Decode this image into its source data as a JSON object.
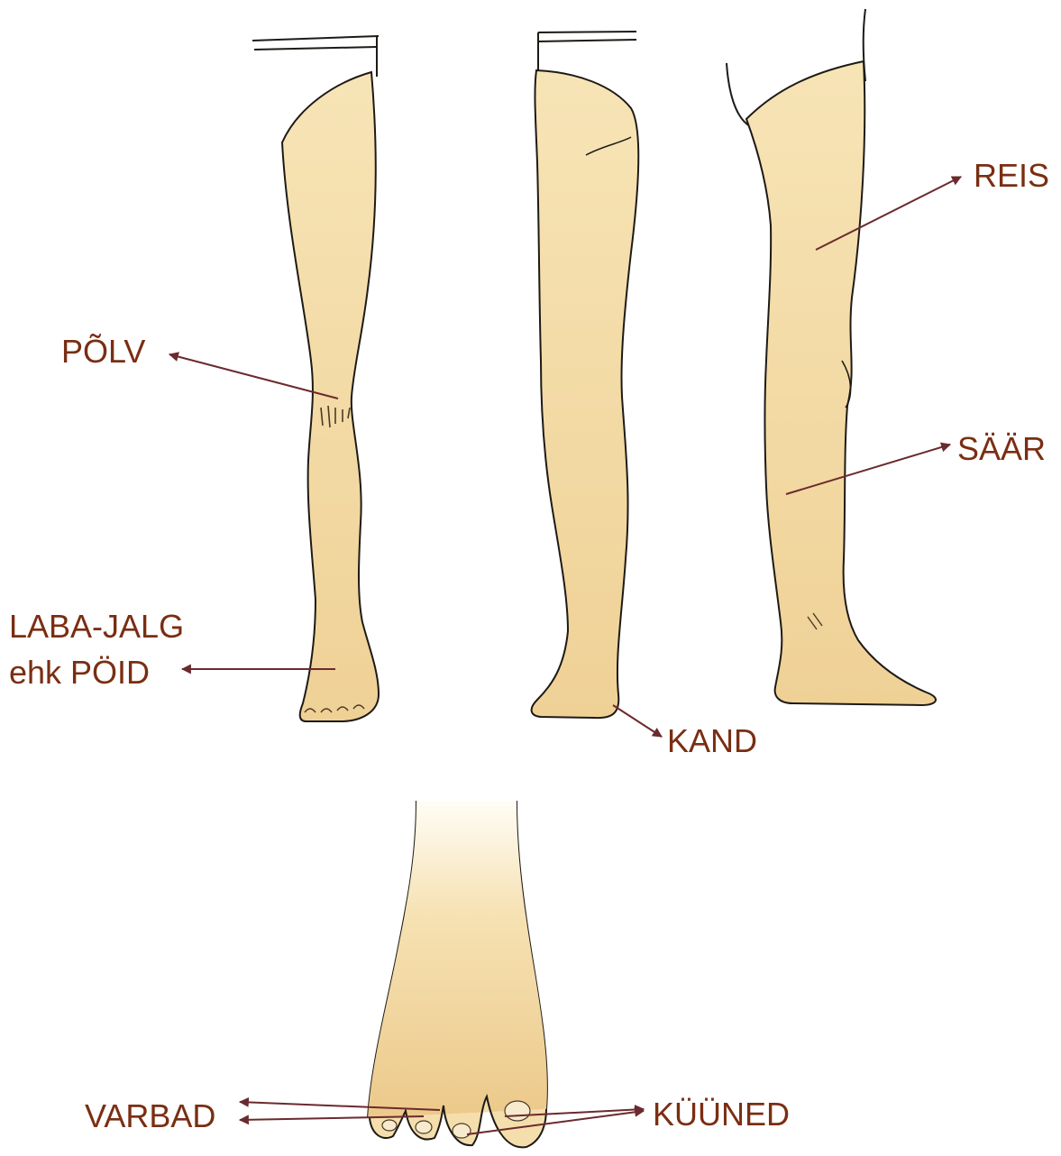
{
  "labels": {
    "knee": "PÕLV",
    "foot_line1": "LABA-JALG",
    "foot_line2": "ehk PÖID",
    "heel": "KAND",
    "thigh": "REIS",
    "shin": "SÄÄR",
    "toes": "VARBAD",
    "nails": "KÜÜNED"
  },
  "colors": {
    "label_text": "#7a2e12",
    "arrow": "#6b2a2e",
    "skin": "#f4deac",
    "skin_shade": "#e2bf7e",
    "outline": "#1e1a16"
  }
}
